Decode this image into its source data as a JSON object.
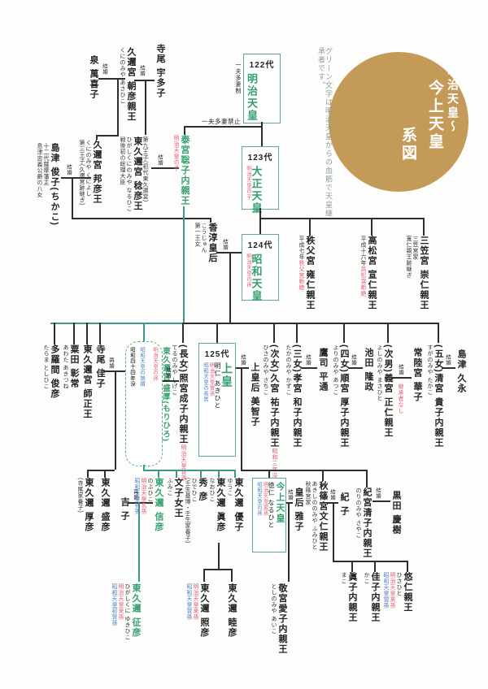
{
  "title": {
    "line1": "明治天皇～",
    "line2": "今上天皇",
    "line3": "系図"
  },
  "note": "グリーン文字は明治天皇からの血筋で天皇継承者です。",
  "labels": {
    "marriage": "結婚",
    "remarriage": "再婚",
    "polygamy": "一夫多妻制",
    "polygamy_ban": "一夫多妻禁止",
    "no_successor": "継承者なし"
  },
  "colors": {
    "accent_green": "#33a06e",
    "line_teal": "#3f998b",
    "annotation_red": "#e25d78",
    "annotation_blue": "#4d7ec0",
    "circle_gold": "#c39a57",
    "box_border": "#5aa99a"
  },
  "emperors": {
    "e122": {
      "era": "122代",
      "name": "明治天皇"
    },
    "e123": {
      "era": "123代",
      "name": "大正天皇",
      "red": "明治天皇の子"
    },
    "e124": {
      "era": "124代",
      "name": "昭和天皇",
      "red": "明治天皇の孫"
    },
    "e125": {
      "era": "125代",
      "name": "上皇",
      "given": "明仁 あきひと",
      "red": "明治天皇曾孫",
      "blue": "昭和天皇の長男"
    },
    "e126": {
      "name": "今上天皇",
      "given": "徳仁 なるひと",
      "red": "明治天皇玄孫",
      "blue": "昭和天皇の孫"
    }
  },
  "people": {
    "izumi": {
      "name": "泉 萬喜子"
    },
    "asahiko": {
      "name": "久邇宮 朝彦親王",
      "furigana": "くにのみや あさひこ"
    },
    "terao_utako": {
      "name": "寺尾 宇多子"
    },
    "shimazu_chikako": {
      "name": "島津 俊子(ちかこ)",
      "ann1": "十二代薩摩藩主",
      "ann2": "島津忠義公爵の八女"
    },
    "kuniyoshi": {
      "name": "久邇宮 邦彦王",
      "furigana": "くにのみや くによし",
      "ann": "第三王子(久邇宮跡継ぎ)"
    },
    "naruhiko": {
      "name": "東久邇宮 稔彦王",
      "furigana": "ひがしくにのみや なるひこ",
      "ann1": "第九王子(初代東久邇宮)",
      "ann2": "戦後初の総理大臣"
    },
    "toshiko": {
      "name": "泰宮聡子内親王",
      "red": "明治天皇の子"
    },
    "kojun": {
      "name": "香淳皇后",
      "furigana": "こうじゅん",
      "ann": "第一王女"
    },
    "chichibu": {
      "name": "秩父宮 雍仁親王",
      "ann_pre": "平成七年",
      "ann_red": "秩父宮断絶"
    },
    "takamatsu": {
      "name": "高松宮 宣仁親王",
      "ann_pre": "平成十六年",
      "ann_red": "高松宮断絶"
    },
    "mikasa": {
      "name": "三笠宮 崇仁親王",
      "ann1": "三笠宮家",
      "ann2": "寛仁親王跡継ぎ"
    },
    "tarama": {
      "name": "多羅間 俊彦",
      "furigana": "たらま としひこ"
    },
    "awata": {
      "name": "粟田 彰常",
      "furigana": "あわた あきつね"
    },
    "morotada": {
      "name": "東久邇宮 師正王"
    },
    "terao_yoshiko": {
      "name": "寺尾 佳子"
    },
    "morihiro": {
      "name": "東久邇宮 盛厚(もりひろ)",
      "red": "明治天皇の孫",
      "blue": "昭和天皇の娘婿",
      "ann": "昭和四十四年没"
    },
    "shigeko": {
      "name": "(長女)照宮成子内親王",
      "furigana": "てるのみや しげこ",
      "red": "明治天皇曾孫"
    },
    "michiko": {
      "name": "上皇后 美智子"
    },
    "sachiko": {
      "name": "(次女)久宮 祐子内親王",
      "furigana": "ひさのみや さちこ",
      "red": "昭和三年没"
    },
    "kazuko": {
      "name": "(三女)孝宮 和子内親王",
      "furigana": "たかのみや かずこ"
    },
    "takatsukasa": {
      "name": "鷹司 平通"
    },
    "atsuko": {
      "name": "(四女)順宮 厚子内親王",
      "furigana": "よりのみや あつこ"
    },
    "ikeda": {
      "name": "池田 隆政"
    },
    "masahito": {
      "name": "(次男)義宮 正仁親王",
      "furigana": "よしのみや まさひと"
    },
    "hanako": {
      "name": "常陸宮 華子"
    },
    "takako": {
      "name": "(五女)清宮 貴子内親王",
      "furigana": "すがのみや たかこ"
    },
    "shimazu_hisanaga": {
      "name": "島津 久永"
    },
    "atsuhiko": {
      "name": "東久邇 厚彦",
      "ann": "(寺尾家養子)"
    },
    "morihiko2": {
      "name": "東久邇 盛彦"
    },
    "yoshiko2": {
      "name": "吉 子"
    },
    "nobuhiko": {
      "name": "東久邇 信彦",
      "furigana": "のぶひこ",
      "red": "明治天皇玄孫",
      "blue": "昭和天皇初孫"
    },
    "fumiko": {
      "name": "文子女王",
      "furigana": "ふみこ"
    },
    "hidehiko": {
      "name": "秀 彦",
      "furigana": "ひでひこ",
      "ann": "(壬生基博・壬生家養子)"
    },
    "naohiko": {
      "name": "東久邇 眞彦",
      "furigana": "なおひこ"
    },
    "yuko": {
      "name": "東久邇 優子",
      "furigana": "ゆうこ"
    },
    "masako": {
      "name": "皇后 雅子"
    },
    "fumihito": {
      "name": "秋篠宮文仁親王",
      "furigana": "あきしののみや ふみひと",
      "ann": "秋篠宮家"
    },
    "kiko": {
      "name": "紀 子"
    },
    "sayako": {
      "name": "紀宮清子内親王",
      "furigana": "のりのみや さやこ"
    },
    "kuroda": {
      "name": "黒田 慶樹"
    },
    "yukihiko": {
      "name": "東久邇 征彦",
      "furigana": "ひがしくに ゆきひこ",
      "red": "明治天皇来孫",
      "blue": "昭和天皇初曾孫"
    },
    "teruhiko": {
      "name": "東久邇 照彦",
      "red": "明治天皇来孫",
      "blue": "昭和天皇曾孫"
    },
    "mutsuhiko": {
      "name": "東久邇 睦彦"
    },
    "aiko": {
      "name": "敬宮愛子内親王",
      "furigana": "としのみや あいこ"
    },
    "mako": {
      "name": "眞子内親王",
      "furigana": "まこ"
    },
    "kako": {
      "name": "佳子内親王",
      "furigana": "かこ"
    },
    "hisahito": {
      "name": "悠仁親王",
      "furigana": "ひさひと",
      "red": "明治天皇来孫",
      "blue": "昭和天皇曾孫"
    }
  }
}
